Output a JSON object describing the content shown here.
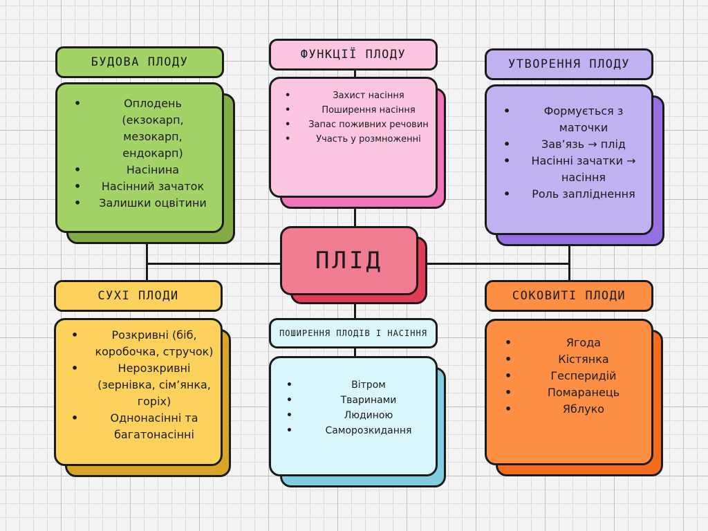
{
  "center": {
    "title": "ПЛIД"
  },
  "nodes": {
    "structure": {
      "title": "БУДОВА ПЛОДУ",
      "items": [
        "Оплодень (екзокарп, мезокарп, ендокарп)",
        "Насінина",
        "Насінний зачаток",
        "Залишки оцвітини"
      ]
    },
    "functions": {
      "title": "ФУНКЦIЇ ПЛОДУ",
      "items": [
        "Захист насіння",
        "Поширення насіння",
        "Запас поживних речовин",
        "Участь у розмноженні"
      ]
    },
    "formation": {
      "title": "УТВОРЕННЯ ПЛОДУ",
      "items": [
        "Формується з маточки",
        "Зав’язь → плід",
        "Насінні зачатки → насіння",
        "Роль запліднення"
      ]
    },
    "dry": {
      "title": "СУХI ПЛОДИ",
      "items": [
        "Розкривні (біб, коробочка, стручок)",
        "Нерозкривні (зернівка, сім’янка, горіх)",
        "Однонасінні та багатонасінні"
      ]
    },
    "dispersal": {
      "title": "ПОШИРЕННЯ ПЛОДIВ I НАСIННЯ",
      "items": [
        "Вітром",
        "Тваринами",
        "Людиною",
        "Саморозкидання"
      ]
    },
    "fleshy": {
      "title": "СОКОВИТI ПЛОДИ",
      "items": [
        "Ягода",
        "Кістянка",
        "Гесперидій",
        "Помаранець",
        "Яблуко"
      ]
    }
  },
  "colors": {
    "green": "#a3d266",
    "green_shadow": "#82ad45",
    "pink": "#fcc6e1",
    "pink_shadow": "#f274b9",
    "purple": "#c2b1f0",
    "purple_shadow": "#9670e3",
    "center": "#ef7c91",
    "center_shadow": "#e23b55",
    "yellow": "#fcd25d",
    "yellow_shadow": "#d8a626",
    "cyan": "#daf6fd",
    "cyan_shadow": "#83cde0",
    "orange": "#fc8f44",
    "orange_shadow": "#f26b1e",
    "outline": "#1a1a1a"
  }
}
